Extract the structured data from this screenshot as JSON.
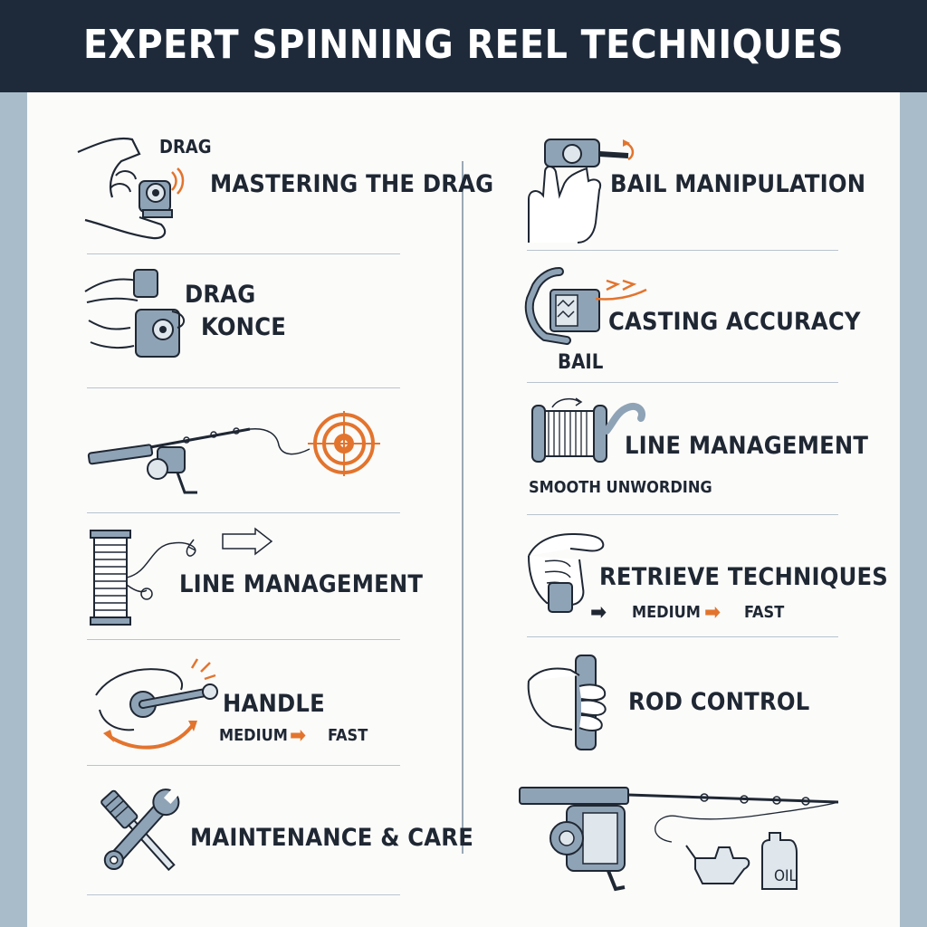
{
  "header": {
    "title": "EXPERT SPINNING REEL TECHNIQUES"
  },
  "left": {
    "drag_small": "DRAG",
    "mastering_drag": "MASTERING THE DRAG",
    "drag_2": "DRAG",
    "konce": "KONCE",
    "line_management": "LINE MANAGEMENT",
    "handle": "HANDLE",
    "handle_medium": "MEDIUM",
    "handle_fast": "FAST",
    "maintenance": "MAINTENANCE & CARE"
  },
  "right": {
    "bail_manipulation": "BAIL MANIPULATION",
    "casting_accuracy": "CASTING ACCURACY",
    "bail": "BAIL",
    "line_management": "LINE MANAGEMENT",
    "smooth_unwording": "SMOOTH UNWORDING",
    "retrieve_techniques": "RETRIEVE TECHNIQUES",
    "retrieve_medium": "MEDIUM",
    "retrieve_fast": "FAST",
    "rod_control": "ROD CONTROL",
    "oil": "OIL"
  },
  "icons": {
    "hand_reel": "hand-reel-icon",
    "drag_knob": "drag-knob-icon",
    "rod_target": "rod-target-icon",
    "spool_line": "spool-line-icon",
    "handle_crank": "handle-crank-icon",
    "wrench_screwdriver": "wrench-screwdriver-icon",
    "bail_finger": "bail-finger-icon",
    "bail_reel": "bail-reel-icon",
    "spool_unwind": "spool-unwind-icon",
    "grip_hand": "grip-hand-icon",
    "rod_grip": "rod-grip-icon",
    "rod_oil": "rod-oil-icon"
  },
  "colors": {
    "accent": "#e3742d",
    "navy": "#1e2a3a",
    "steel": "#8fa3b6"
  }
}
